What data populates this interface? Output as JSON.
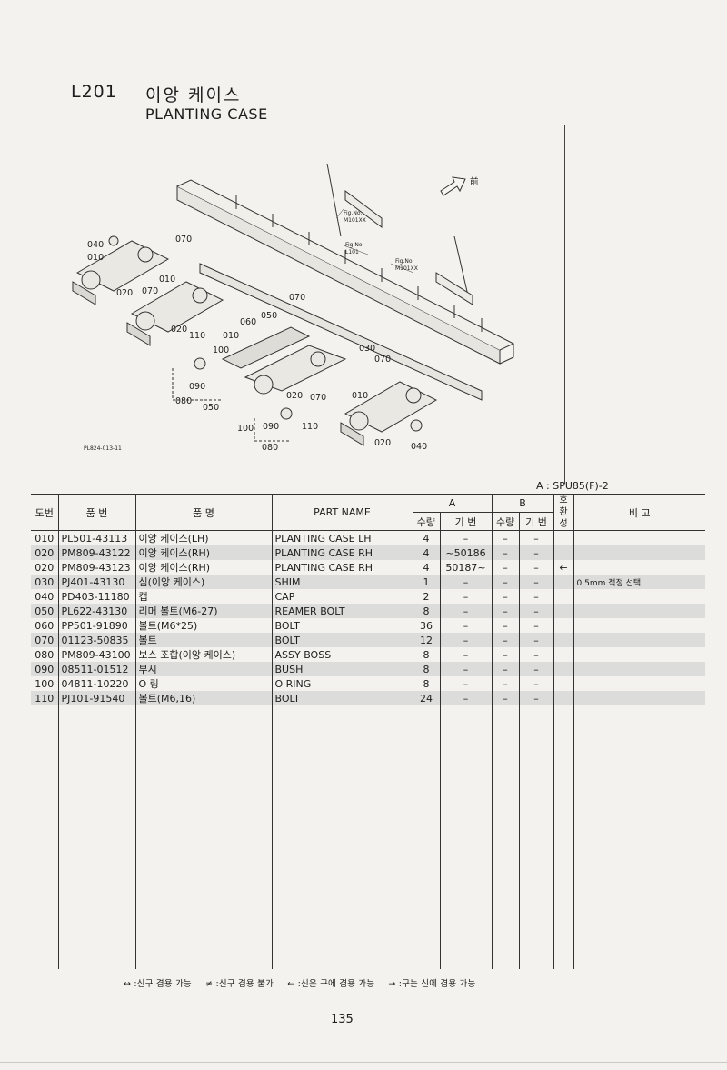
{
  "header": {
    "code": "L201",
    "title_ko": "이앙 케이스",
    "title_en": "PLANTING CASE"
  },
  "diagram": {
    "doc_id": "PL824-013-11",
    "direction_label": "前",
    "fig_refs": [
      "Fig.No.",
      "M101XX",
      "Fig.No.",
      "L101",
      "Fig.No.",
      "M101XX"
    ],
    "callouts": [
      "040",
      "010",
      "020",
      "070",
      "010",
      "070",
      "020",
      "110",
      "060",
      "050",
      "070",
      "010",
      "100",
      "030",
      "070",
      "090",
      "080",
      "050",
      "020",
      "070",
      "010",
      "100",
      "090",
      "110",
      "080",
      "020",
      "040"
    ]
  },
  "model_label": "A : SPU85(F)-2",
  "table": {
    "headers": {
      "no": "도번",
      "part_no": "품 번",
      "name_ko": "품 명",
      "part_name": "PART NAME",
      "a": "A",
      "b": "B",
      "qty": "수량",
      "serial": "기 번",
      "compat": "호환성",
      "remarks": "비 고"
    },
    "rows": [
      {
        "no": "010",
        "part_no": "PL501-43113",
        "name_ko": "이앙 케이스(LH)",
        "part_name": "PLANTING CASE LH",
        "a_qty": "4",
        "a_serial": "–",
        "b_qty": "–",
        "b_serial": "–",
        "compat": "",
        "remarks": ""
      },
      {
        "no": "020",
        "part_no": "PM809-43122",
        "name_ko": "이앙 케이스(RH)",
        "part_name": "PLANTING CASE RH",
        "a_qty": "4",
        "a_serial": "~50186",
        "b_qty": "–",
        "b_serial": "–",
        "compat": "",
        "remarks": ""
      },
      {
        "no": "020",
        "part_no": "PM809-43123",
        "name_ko": "이앙 케이스(RH)",
        "part_name": "PLANTING CASE RH",
        "a_qty": "4",
        "a_serial": "50187~",
        "b_qty": "–",
        "b_serial": "–",
        "compat": "←",
        "remarks": ""
      },
      {
        "no": "030",
        "part_no": "PJ401-43130",
        "name_ko": "심(이앙 케이스)",
        "part_name": "SHIM",
        "a_qty": "1",
        "a_serial": "–",
        "b_qty": "–",
        "b_serial": "–",
        "compat": "",
        "remarks": "0.5mm 적정 선택"
      },
      {
        "no": "040",
        "part_no": "PD403-11180",
        "name_ko": "캡",
        "part_name": "CAP",
        "a_qty": "2",
        "a_serial": "–",
        "b_qty": "–",
        "b_serial": "–",
        "compat": "",
        "remarks": ""
      },
      {
        "no": "050",
        "part_no": "PL622-43130",
        "name_ko": "리머 볼트(M6-27)",
        "part_name": "REAMER BOLT",
        "a_qty": "8",
        "a_serial": "–",
        "b_qty": "–",
        "b_serial": "–",
        "compat": "",
        "remarks": ""
      },
      {
        "no": "060",
        "part_no": "PP501-91890",
        "name_ko": "볼트(M6*25)",
        "part_name": "BOLT",
        "a_qty": "36",
        "a_serial": "–",
        "b_qty": "–",
        "b_serial": "–",
        "compat": "",
        "remarks": ""
      },
      {
        "no": "070",
        "part_no": "01123-50835",
        "name_ko": "볼트",
        "part_name": "BOLT",
        "a_qty": "12",
        "a_serial": "–",
        "b_qty": "–",
        "b_serial": "–",
        "compat": "",
        "remarks": ""
      },
      {
        "no": "080",
        "part_no": "PM809-43100",
        "name_ko": "보스 조합(이앙 케이스)",
        "part_name": "ASSY BOSS",
        "a_qty": "8",
        "a_serial": "–",
        "b_qty": "–",
        "b_serial": "–",
        "compat": "",
        "remarks": ""
      },
      {
        "no": "090",
        "part_no": "08511-01512",
        "name_ko": "부시",
        "part_name": "BUSH",
        "a_qty": "8",
        "a_serial": "–",
        "b_qty": "–",
        "b_serial": "–",
        "compat": "",
        "remarks": ""
      },
      {
        "no": "100",
        "part_no": "04811-10220",
        "name_ko": "O 링",
        "part_name": "O RING",
        "a_qty": "8",
        "a_serial": "–",
        "b_qty": "–",
        "b_serial": "–",
        "compat": "",
        "remarks": ""
      },
      {
        "no": "110",
        "part_no": "PJ101-91540",
        "name_ko": "볼트(M6,16)",
        "part_name": "BOLT",
        "a_qty": "24",
        "a_serial": "–",
        "b_qty": "–",
        "b_serial": "–",
        "compat": "",
        "remarks": ""
      }
    ]
  },
  "legend": [
    "↔ :신구 겸용 가능",
    "≠ :신구 겸용 불가",
    "← :신은 구에 겸용 가능",
    "→ :구는 신에 겸용 가능"
  ],
  "page_number": "135"
}
